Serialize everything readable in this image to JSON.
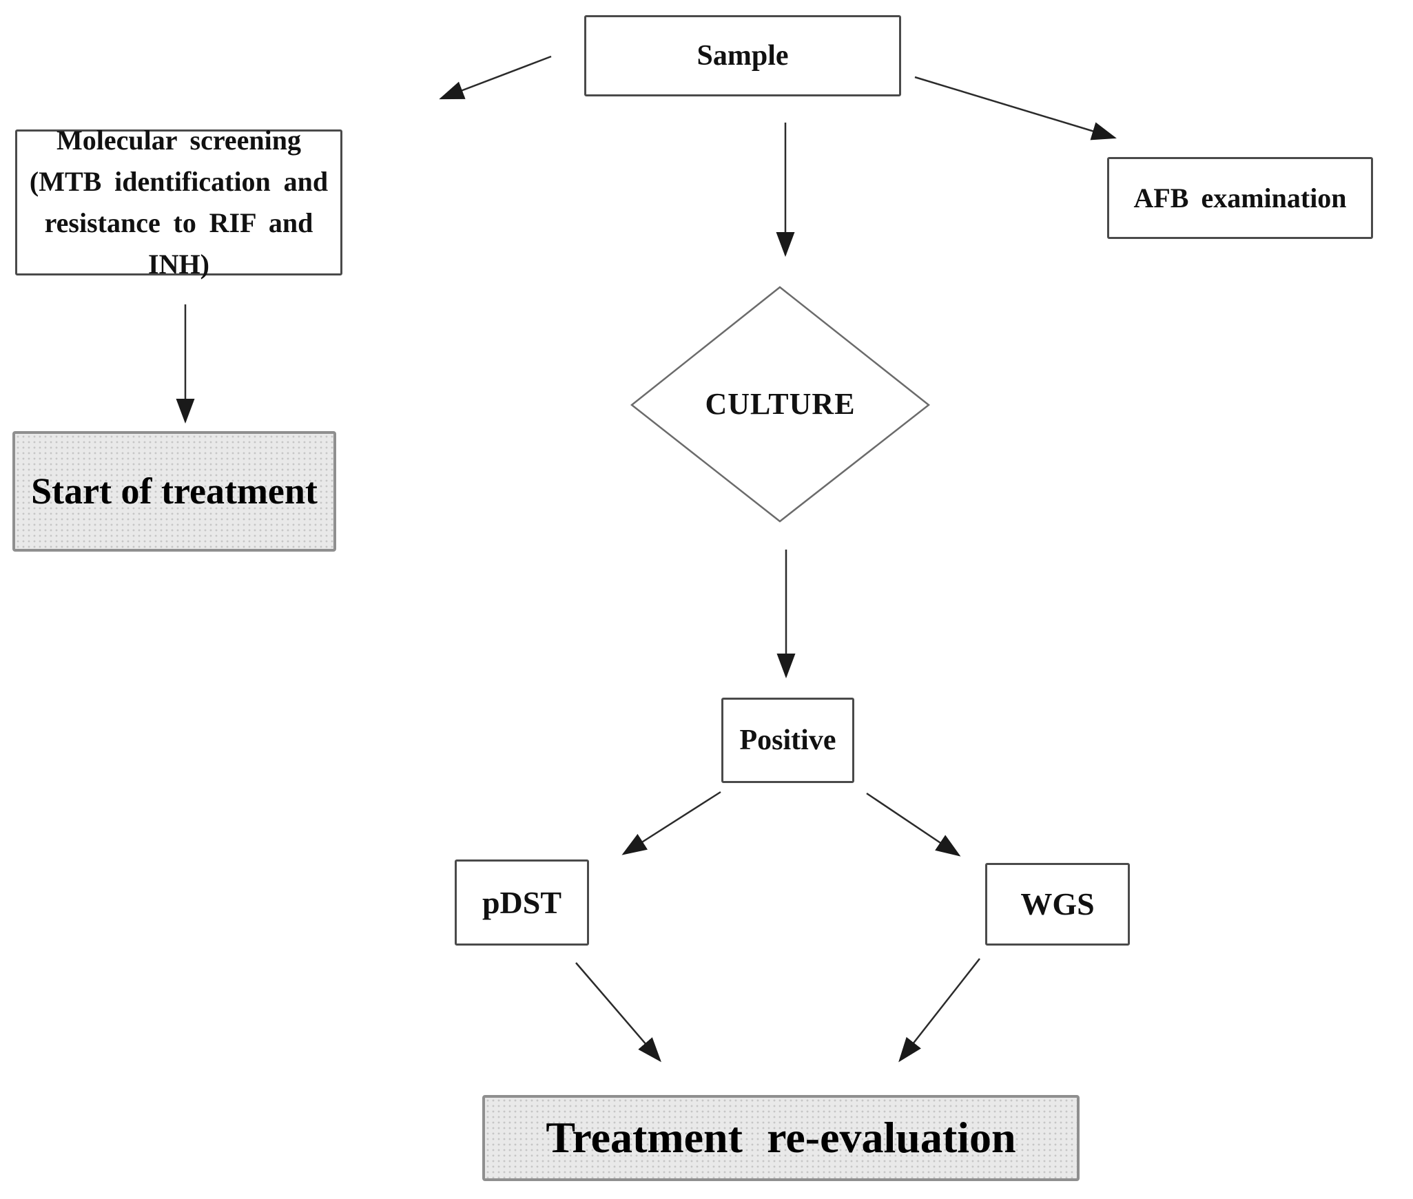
{
  "figure": {
    "type": "flowchart",
    "nodes": {
      "sample": {
        "label": "Sample",
        "shape": "rect",
        "fill": "white"
      },
      "molecular_screening": {
        "line1": "Molecular screening",
        "line2": "(MTB identification and",
        "line3": "resistance to RIF and INH)",
        "shape": "rect",
        "fill": "white"
      },
      "afb_examination": {
        "label": "AFB examination",
        "shape": "rect",
        "fill": "white"
      },
      "culture": {
        "label": "CULTURE",
        "shape": "diamond",
        "fill": "white"
      },
      "start_of_treatment": {
        "label": "Start of treatment",
        "shape": "rect",
        "fill": "gray-patterned"
      },
      "positive": {
        "label": "Positive",
        "shape": "rect",
        "fill": "white"
      },
      "pdst": {
        "label": "pDST",
        "shape": "rect",
        "fill": "white"
      },
      "wgs": {
        "label": "WGS",
        "shape": "rect",
        "fill": "white"
      },
      "treatment_reevaluation": {
        "label": "Treatment re-evaluation",
        "shape": "rect",
        "fill": "gray-patterned"
      }
    },
    "edges": [
      {
        "from": "sample",
        "to": "molecular_screening"
      },
      {
        "from": "sample",
        "to": "culture"
      },
      {
        "from": "sample",
        "to": "afb_examination"
      },
      {
        "from": "molecular_screening",
        "to": "start_of_treatment"
      },
      {
        "from": "culture",
        "to": "positive"
      },
      {
        "from": "positive",
        "to": "pdst"
      },
      {
        "from": "positive",
        "to": "wgs"
      },
      {
        "from": "pdst",
        "to": "treatment_reevaluation"
      },
      {
        "from": "wgs",
        "to": "treatment_reevaluation"
      }
    ],
    "colors": {
      "background": "#ffffff",
      "box_border": "#4a4a4a",
      "gray_box_border": "#8f8f8f",
      "gray_box_fill": "#e9e9e9",
      "diamond_border": "#6b6b6b",
      "arrow": "#2b2b2b",
      "text": "#111111"
    }
  }
}
